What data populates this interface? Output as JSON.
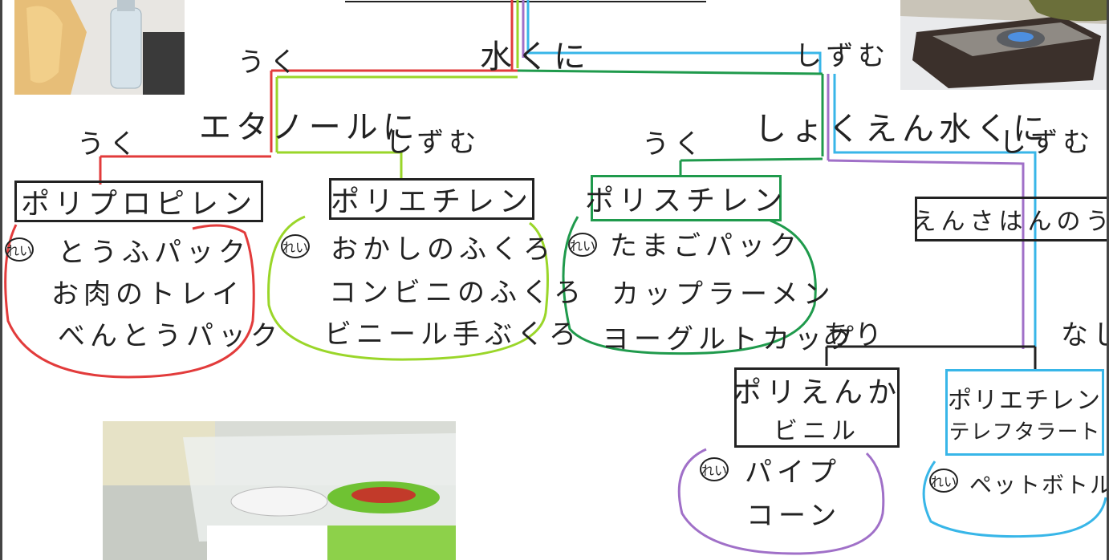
{
  "diagram": {
    "colors": {
      "red": "#e23b3b",
      "lime": "#9ad629",
      "cyan": "#38b6e8",
      "green": "#1f9a4c",
      "purple": "#a070c8",
      "ink": "#222222"
    },
    "questions": {
      "water": "水くに",
      "ethanol": "エタノールに",
      "salt_water": "しょくえん水くに",
      "hcl": "えんさはんのう"
    },
    "branch_labels": {
      "water_float": "うく",
      "water_sink": "しずむ",
      "ethanol_float": "うく",
      "ethanol_sink": "しずむ",
      "salt_float": "うく",
      "salt_sink": "しずむ",
      "hcl_yes": "あり",
      "hcl_no": "なし"
    },
    "rei": "れい",
    "results": [
      {
        "id": "pp",
        "name": "ポリプロピレン",
        "examples": [
          "とうふパック",
          "お肉のトレイ",
          "べんとうパック"
        ]
      },
      {
        "id": "pe",
        "name": "ポリエチレン",
        "examples": [
          "おかしのふくろ",
          "コンビニのふくろ",
          "ビニール手ぶくろ"
        ]
      },
      {
        "id": "ps",
        "name": "ポリスチレン",
        "examples": [
          "たまごパック",
          "カップラーメン",
          "ヨーグルトカップ"
        ]
      },
      {
        "id": "pvc",
        "name_lines": [
          "ポリえんか",
          "ビニル"
        ],
        "examples": [
          "パイプ",
          "コーン"
        ]
      },
      {
        "id": "pet",
        "name_lines": [
          "ポリエチレン",
          "テレフタラート"
        ],
        "examples": [
          "ペットボトル"
        ]
      }
    ],
    "photos": [
      "water-bottle-photo",
      "gas-stove-photo",
      "floating-plastic-photo"
    ]
  }
}
